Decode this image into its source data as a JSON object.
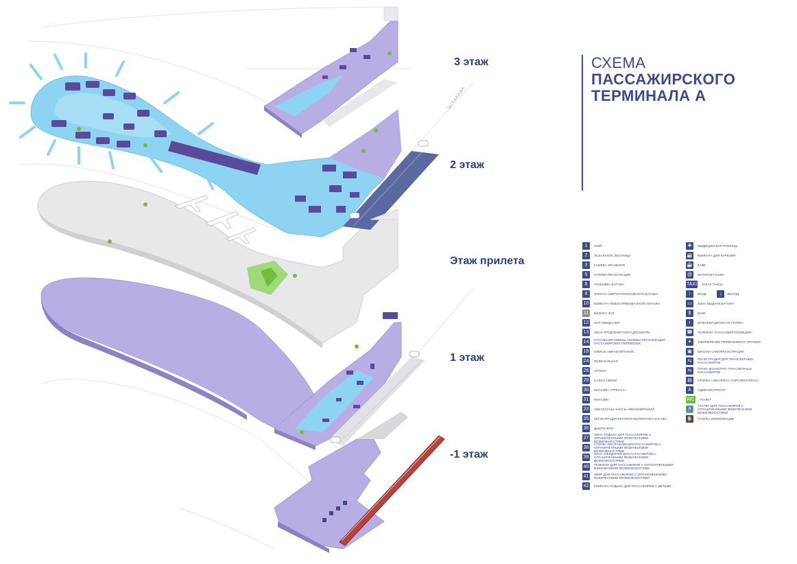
{
  "title": {
    "line1": "СХЕМА",
    "line2": "ПАССАЖИРСКОГО",
    "line3": "ТЕРМИНАЛА А"
  },
  "floors": [
    {
      "id": "f3",
      "label": "3 этаж"
    },
    {
      "id": "f2",
      "label": "2 этаж"
    },
    {
      "id": "arr",
      "label": "Этаж прилета"
    },
    {
      "id": "f1",
      "label": "1 этаж"
    },
    {
      "id": "fm1",
      "label": "-1 этаж"
    }
  ],
  "road_label": "ЭСТАКАДА",
  "colors": {
    "brand": "#3b4a8a",
    "airside": "#8ed3f2",
    "landside": "#b9aee3",
    "shops": "#5a4a9a",
    "grey_floor": "#e8e8ea",
    "green": "#6fbf3a",
    "train": "#b8423c"
  },
  "legend_left": [
    {
      "badge": "1",
      "text": "Лифт"
    },
    {
      "badge": "2",
      "text": "Эскалатор, лестница"
    },
    {
      "badge": "3",
      "text": "Камера хранения"
    },
    {
      "badge": "5",
      "text": "Стойки регистрации"
    },
    {
      "badge": "8",
      "text": "Упаковка багажа"
    },
    {
      "badge": "9",
      "text": "Оплата сверхнормативного багажа"
    },
    {
      "badge": "10",
      "text": "Комната невостребованного багажа"
    },
    {
      "badge": "11",
      "text": "Бизнес-зал",
      "style": "gray"
    },
    {
      "badge": "12",
      "text": "Зал ожидания"
    },
    {
      "badge": "13",
      "text": "Зона предполетного досмотра"
    },
    {
      "badge": "14",
      "text": "Начальник смены службы организации пассажирских перевозок"
    },
    {
      "badge": "19",
      "text": "Офисы авиакомпаний"
    },
    {
      "badge": "24",
      "text": "Пеленальная"
    },
    {
      "badge": "26",
      "text": "Аптека"
    },
    {
      "badge": "29",
      "text": "Салон связи"
    },
    {
      "badge": "30",
      "text": "Магазин «Пресса»"
    },
    {
      "badge": "31",
      "text": "Магазин"
    },
    {
      "badge": "33",
      "text": "Авиакассы, кассы авиакомпаний"
    },
    {
      "badge": "35",
      "text": "Регистрация крупногабаритного багажа"
    },
    {
      "badge": "36",
      "text": "Дьюти фри"
    },
    {
      "badge": "37",
      "text": "Зона отдыха для пассажиров с ограниченными физическими возможностями"
    },
    {
      "badge": "38",
      "text": "Стойка обслуживания пассажиров с ограниченными физическими возможностями"
    },
    {
      "badge": "39",
      "text": "Зона ожидания для пассажиров с ограниченными физическими возможностями"
    },
    {
      "badge": "40",
      "text": "Телефон для пассажиров с ограниченными физическими возможностями"
    },
    {
      "badge": "41",
      "text": "Лифт для пассажиров с ограниченными физическими возможностями"
    },
    {
      "badge": "42",
      "text": "Комната отдыха для пассажиров с детьми"
    }
  ],
  "legend_right": [
    {
      "badge": "✚",
      "text": "Медицинская помощь"
    },
    {
      "badge": "☕",
      "text": "Комната для курения"
    },
    {
      "badge": "☕",
      "text": "Кафе"
    },
    {
      "badge": "@",
      "text": "Интернет-кафе"
    },
    {
      "badge": "TAXI",
      "text": "Заказ такси"
    },
    {
      "badge": "↑",
      "text": "Вход",
      "badge2": "↓",
      "text2": "Выход"
    },
    {
      "badge": "▭",
      "text": "Зона выдачи багажа"
    },
    {
      "badge": "$",
      "text": "Банк"
    },
    {
      "badge": "i",
      "text": "Информационная стойка"
    },
    {
      "badge": "☎",
      "text": "Телефон «Пассажир-полиция»"
    },
    {
      "badge": "✦",
      "text": "Оформление провозимого оружия"
    },
    {
      "badge": "▣",
      "text": "Киоски саморегистрации"
    },
    {
      "badge": "⇆",
      "text": "Регистрация для трансферных пассажиров"
    },
    {
      "badge": "⇆",
      "text": "Пункт досмотра трансферных пассажиров"
    },
    {
      "badge": "▤",
      "text": "Стойка «Экспресс-аэроэкспресс»"
    },
    {
      "badge": "A",
      "text": "Администратор"
    },
    {
      "badge": "WC",
      "text": "Туалет",
      "style": "green"
    },
    {
      "badge": "♿",
      "text": "Туалет для пассажиров с ограниченными физическими возможностями",
      "style": "green"
    },
    {
      "badge": "✋",
      "text": "Стойка информации"
    }
  ]
}
